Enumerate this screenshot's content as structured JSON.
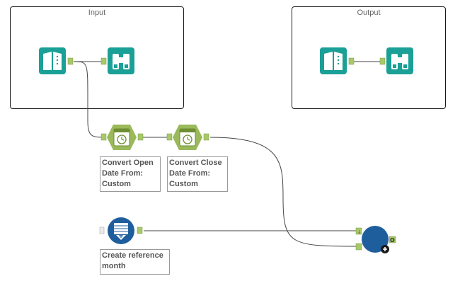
{
  "containers": {
    "input": {
      "title": "Input"
    },
    "output": {
      "title": "Output"
    }
  },
  "tools": {
    "input_data_1": {
      "icon": "input-data-book-icon"
    },
    "browse_1": {
      "icon": "browse-binoculars-icon"
    },
    "output_data": {
      "icon": "output-data-book-icon"
    },
    "browse_2": {
      "icon": "browse-binoculars-icon"
    },
    "datetime_1": {
      "icon": "datetime-clock-icon",
      "annotation": "Convert Open\nDate From:\nCustom"
    },
    "datetime_2": {
      "icon": "datetime-clock-icon",
      "annotation": "Convert Close\nDate From:\nCustom"
    },
    "text_input": {
      "icon": "text-input-table-icon",
      "annotation": "Create reference\nmonth"
    },
    "append_fields": {
      "icon": "append-fields-circle-icon",
      "output_label": "O"
    }
  },
  "join_anchors": {
    "top": "↓",
    "bottom": ""
  },
  "colors": {
    "teal": "#1aa096",
    "anchor_green": "#a8c86a",
    "datetime_green": "#9ab95a",
    "navy": "#1f5e9c",
    "connection": "#444444"
  }
}
